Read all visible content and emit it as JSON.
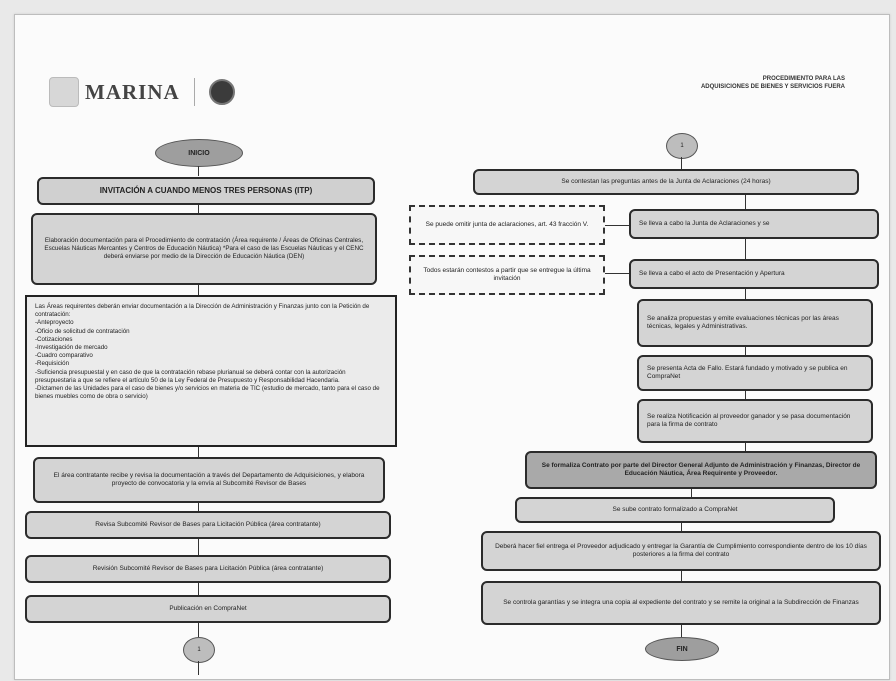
{
  "header": {
    "brand": "MARINA",
    "title_line1": "PROCEDIMIENTO PARA LAS",
    "title_line2": "ADQUISICIONES DE BIENES Y SERVICIOS FUERA"
  },
  "left": {
    "start_oval": "INICIO",
    "title_box": "INVITACIÓN A CUANDO MENOS TRES PERSONAS (ITP)",
    "box2": "Elaboración documentación para el Procedimiento de contratación (Área requirente / Áreas de Oficinas Centrales, Escuelas Náuticas Mercantes y Centros de Educación Náutica) *Para el caso de las Escuelas Náuticas y el CENC deberá enviarse por medio de la Dirección de Educación Náutica (DEN)",
    "box3_intro": "Las Áreas requirentes deberán enviar documentación a la Dirección de Administración y Finanzas junto con la Petición de contratación:",
    "box3_items": [
      "-Anteproyecto",
      "-Oficio de solicitud de contratación",
      "-Cotizaciones",
      "-Investigación de mercado",
      "-Cuadro comparativo",
      "-Requisición",
      "-Suficiencia presupuestal y en caso de que la contratación rebase plurianual se deberá contar con la autorización presupuestaria a que se refiere el artículo 50 de la Ley Federal de Presupuesto y Responsabilidad Hacendaria.",
      "-Dictamen de las Unidades para el caso de bienes y/o servicios en materia de TIC (estudio de mercado, tanto para el caso de bienes muebles como de obra o servicio)"
    ],
    "box4": "El área contratante recibe y revisa la documentación a través del Departamento de Adquisiciones, y elabora proyecto de convocatoria y la envía al Subcomité Revisor de Bases",
    "box5": "Revisa Subcomité Revisor de Bases para Licitación Pública (área contratante)",
    "box6": "Revisión Subcomité Revisor de Bases para Licitación Pública (área contratante)",
    "box7": "Publicación en CompraNet",
    "connector": "1"
  },
  "right": {
    "connector": "1",
    "r1": "Se contestan las preguntas antes de la Junta de Aclaraciones (24 horas)",
    "r2": "Se lleva a cabo la Junta de Aclaraciones y se",
    "d1": "Se puede omitir junta de aclaraciones, art. 43 fracción V.",
    "d2": "Todos estarán contestos a partir que se entregue la última invitación",
    "r3": "Se lleva a cabo el acto de Presentación y Apertura",
    "r4": "Se analiza propuestas y emite evaluaciones técnicas por las áreas técnicas, legales y Administrativas.",
    "r5": "Se presenta Acta de Fallo. Estará fundado y motivado y se publica en CompraNet",
    "r6": "Se realiza Notificación al proveedor ganador y se pasa documentación para la firma de contrato",
    "r7": "Se formaliza Contrato por parte del Director General Adjunto de Administración y Finanzas, Director de Educación Náutica, Área Requirente y Proveedor.",
    "r8": "Se sube contrato formalizado a CompraNet",
    "r9": "Deberá hacer fiel entrega el Proveedor adjudicado y entregar la Garantía de Cumplimiento correspondiente dentro de los 10 días posteriores a la firma del contrato",
    "r10": "Se controla garantías y se integra una copia al expediente del contrato y se remite la original a la Subdirección de Finanzas",
    "end_oval": "FIN"
  }
}
